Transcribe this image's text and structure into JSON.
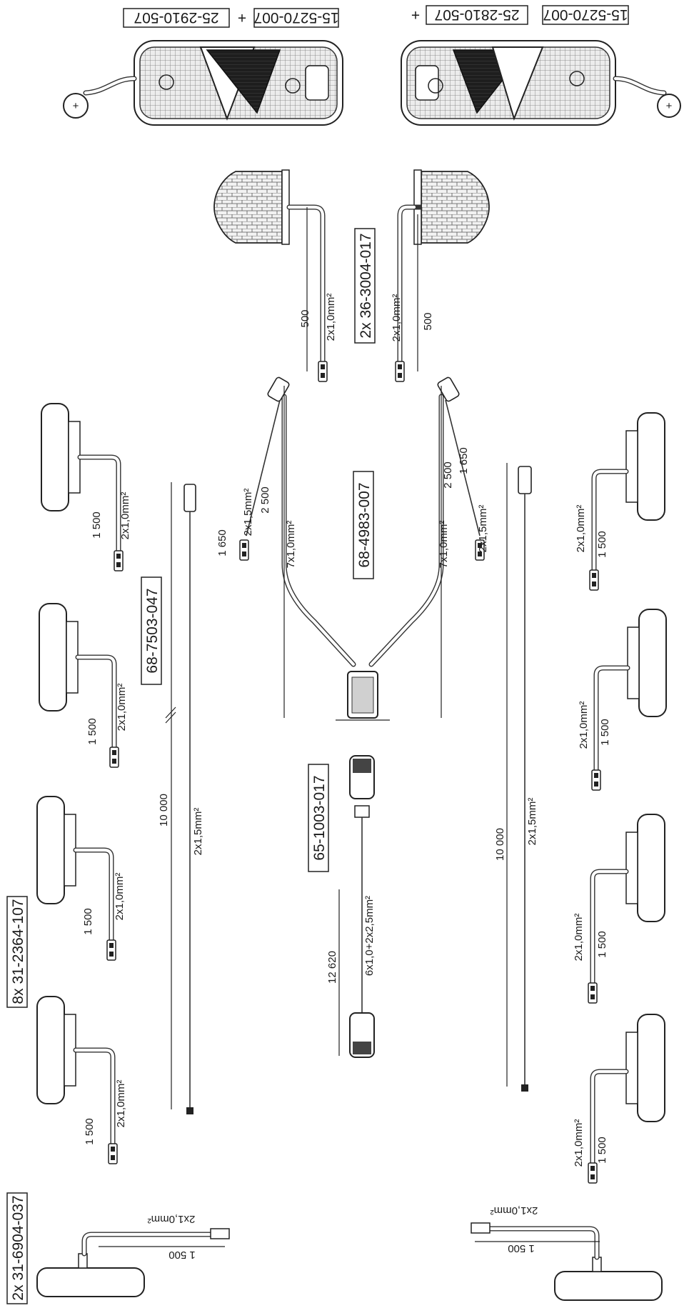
{
  "part_numbers": {
    "rear_lamp_left": [
      "25-2910-507",
      "15-5270-007"
    ],
    "rear_lamp_right": [
      "25-2810-507",
      "15-5270-007"
    ],
    "plus_sign": "+",
    "plate_lamps": "2x 36-3004-017",
    "main_harness": "68-4983-007",
    "extension_cable": "68-7503-047",
    "trailer_cable": "65-1003-017",
    "side_markers": "8x 31-2364-107",
    "end_markers": "2x 31-6904-037"
  },
  "dimensions": {
    "plate_lamp_length": "500",
    "plate_lamp_cable": "2x1,0mm²",
    "harness_short": "1 650",
    "harness_long": "2 500",
    "harness_cable_thin": "2x1,5mm²",
    "harness_cable_main": "7x1,0mm²",
    "extension_length": "10 000",
    "extension_cable": "2x1,5mm²",
    "trailer_length": "12 620",
    "trailer_cable": "6x1,0+2x2,5mm²",
    "marker_length": "1 500",
    "marker_cable": "2x1,0mm²"
  },
  "colors": {
    "line": "#1a1a1a",
    "lamp_dark": "#1e1e1e",
    "lamp_fill": "#e6e6e6",
    "background": "#ffffff"
  }
}
